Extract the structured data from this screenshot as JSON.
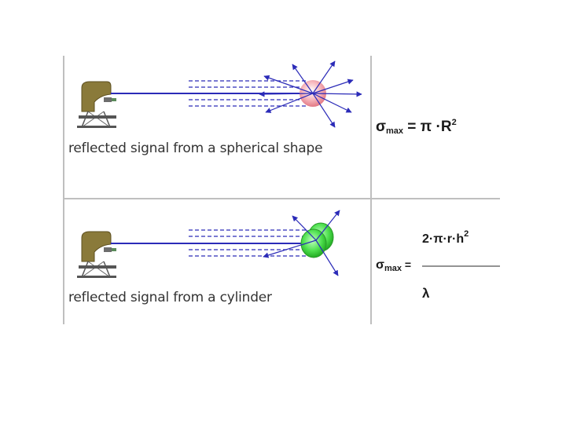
{
  "panels": [
    {
      "caption": "reflected signal from a spherical shape",
      "target": "sphere",
      "formula": {
        "lhs": "σ",
        "sub": "max",
        "eq": " = π ·R",
        "sup": "2"
      }
    },
    {
      "caption": "reflected signal from a cylinder",
      "target": "cylinder",
      "formula": {
        "lhs": "σ",
        "sub": "max",
        "eq": " =",
        "numerator": "2·π·r·h",
        "numerator_sup": "2",
        "denominator": "λ"
      }
    }
  ],
  "colors": {
    "beam": "#2b2bb8",
    "sphere": "#f4a0a8",
    "cylinder": "#44dd44",
    "grid": "#bfbfbf",
    "radar_dish": "#8a7a3a"
  }
}
